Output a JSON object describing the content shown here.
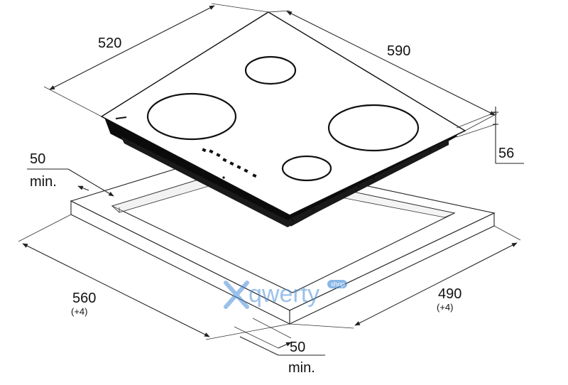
{
  "dimensions": {
    "depth": "520",
    "width": "590",
    "height": "56",
    "side_clearance_value": "50",
    "side_clearance_unit": "min.",
    "cutout_width": "560",
    "cutout_width_tol": "(+4)",
    "cutout_depth": "490",
    "cutout_depth_tol": "(+4)",
    "front_clearance_value": "50",
    "front_clearance_unit": "min."
  },
  "watermark": {
    "text": "qwerty",
    "badge": "shop",
    "color": "#4a90d9"
  },
  "colors": {
    "glass": "#0b0b0b",
    "line": "#222222",
    "background": "#ffffff"
  }
}
